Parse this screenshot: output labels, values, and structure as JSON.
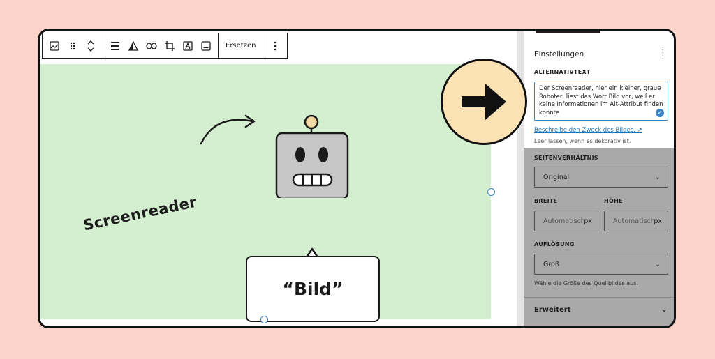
{
  "toolbar": {
    "replace_label": "Ersetzen",
    "icons": [
      "image-icon",
      "drag-handle-icon",
      "move-arrows-icon",
      "align-icon",
      "duotone-icon",
      "link-icon",
      "crop-icon",
      "text-overlay-icon",
      "caption-icon",
      "more-options-icon"
    ]
  },
  "illustration": {
    "screenreader_label": "Screenreader",
    "bubble_text": "“Bild”"
  },
  "sidebar": {
    "title": "Einstellungen",
    "alt_label": "ALTERNATIVTEXT",
    "alt_text": "Der Screenreader, hier ein kleiner, graue Roboter, liest das Wort Bild vor, weil er keine Informationen im Alt-Attribut finden konnte",
    "alt_link": "Beschreibe den Zweck des Bildes. ↗",
    "alt_help": "Leer lassen, wenn es dekorativ ist.",
    "aspect_label": "SEITENVERHÄLTNIS",
    "aspect_value": "Original",
    "width_label": "BREITE",
    "height_label": "HÖHE",
    "width_placeholder": "Automatisch",
    "height_placeholder": "Automatisch",
    "unit": "px",
    "resolution_label": "AUFLÖSUNG",
    "resolution_value": "Groß",
    "resolution_help": "Wähle die Größe des Quellbildes aus.",
    "advanced_label": "Erweitert"
  },
  "colors": {
    "page_bg": "#fcd3cb",
    "image_bg": "#d4efcf",
    "arrow_circle": "#fae2b5",
    "accent": "#3b82c4"
  }
}
